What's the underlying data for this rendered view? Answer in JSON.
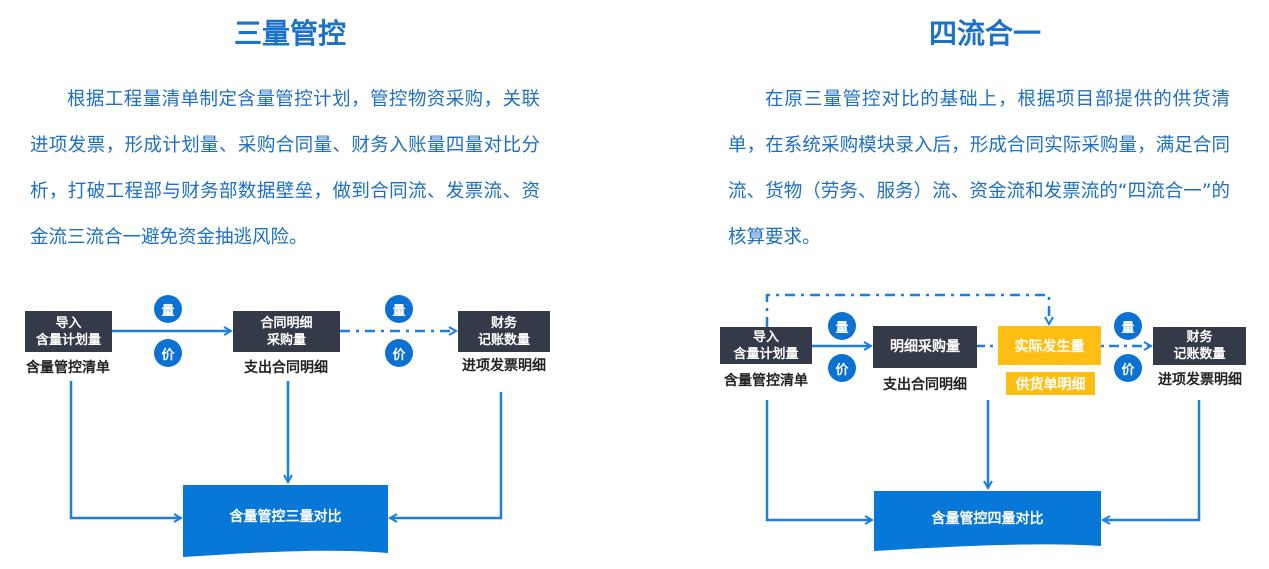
{
  "left": {
    "title": "三量管控",
    "paragraph": "根据工程量清单制定含量管控计划，管控物资采购，关联进项发票，形成计划量、采购合同量、财务入账量四量对比分析，打破工程部与财务部数据壁垒，做到合同流、发票流、资金流三流合一避免资金抽逃风险。",
    "boxes": [
      {
        "line1": "导入",
        "line2": "含量计划量",
        "caption": "含量管控清单"
      },
      {
        "line1": "合同明细",
        "line2": "采购量",
        "caption": "支出合同明细"
      },
      {
        "line1": "财务",
        "line2": "记账数量",
        "caption": "进项发票明细"
      }
    ],
    "badges": [
      "量",
      "价",
      "量",
      "价"
    ],
    "result": "含量管控三量对比"
  },
  "right": {
    "title": "四流合一",
    "paragraph": "在原三量管控对比的基础上，根据项目部提供的供货清单，在系统采购模块录入后，形成合同实际采购量，满足合同流、货物（劳务、服务）流、资金流和发票流的“四流合一”的核算要求。",
    "boxes": [
      {
        "line1": "导入",
        "line2": "含量计划量",
        "caption": "含量管控清单"
      },
      {
        "line1": "明细采购量",
        "caption": "支出合同明细"
      },
      {
        "line1": "实际发生量",
        "caption": "供货单明细"
      },
      {
        "line1": "财务",
        "line2": "记账数量",
        "caption": "进项发票明细"
      }
    ],
    "badges": [
      "量",
      "价",
      "量",
      "价"
    ],
    "result": "含量管控四量对比"
  },
  "colors": {
    "accent": "#0b72d4",
    "dark_box": "#353a48",
    "highlight": "#fdbe13"
  }
}
